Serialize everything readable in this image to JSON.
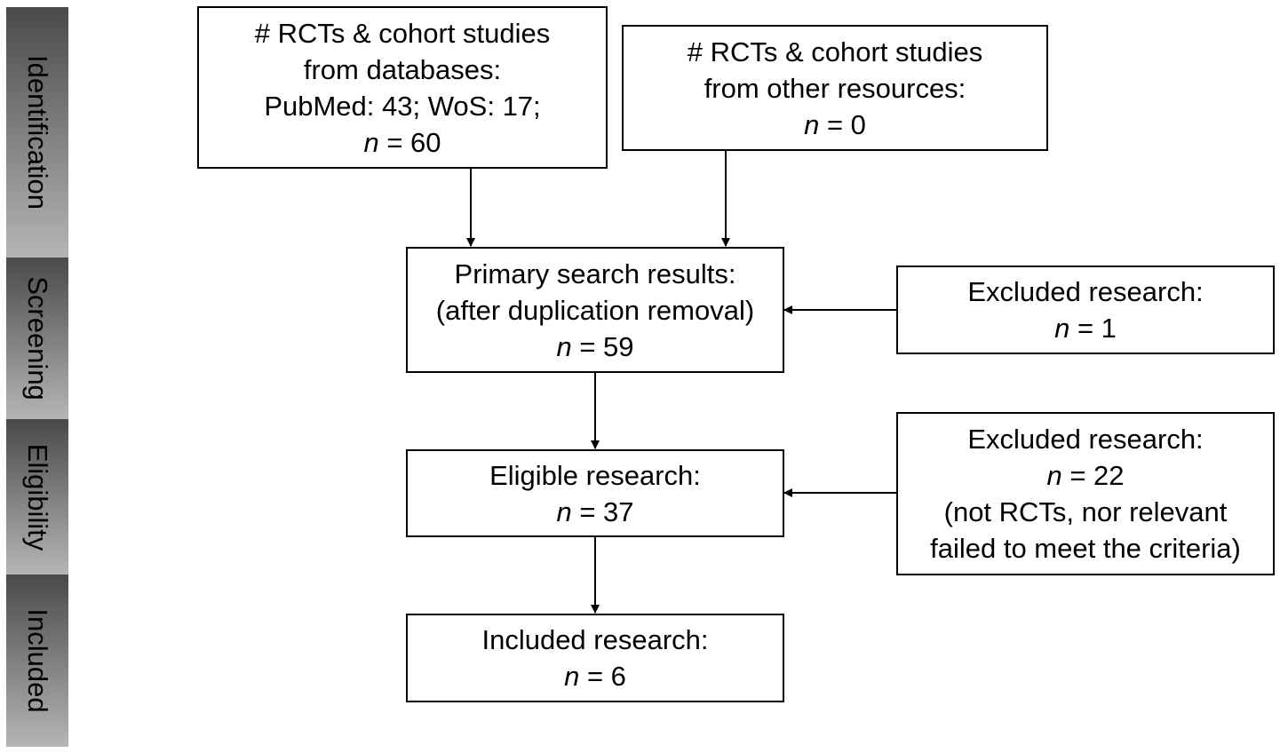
{
  "stages": [
    {
      "id": "identification",
      "label": "Identification"
    },
    {
      "id": "screening",
      "label": "Screening"
    },
    {
      "id": "eligibility",
      "label": "Eligibility"
    },
    {
      "id": "included",
      "label": "Included"
    }
  ],
  "boxes": {
    "databases": {
      "lines": [
        "# RCTs & cohort studies",
        "from databases:",
        "PubMed: 43; WoS: 17;"
      ],
      "n_label": "n",
      "n_value": " = 60"
    },
    "other_resources": {
      "lines": [
        "# RCTs & cohort studies",
        "from other resources:"
      ],
      "n_label": "n",
      "n_value": " = 0"
    },
    "primary": {
      "lines": [
        "Primary search results:",
        "(after duplication removal)"
      ],
      "n_label": "n",
      "n_value": " = 59"
    },
    "excluded_1": {
      "lines": [
        "Excluded research:"
      ],
      "n_label": "n",
      "n_value": " = 1"
    },
    "eligible": {
      "lines": [
        "Eligible research:"
      ],
      "n_label": "n",
      "n_value": " = 37"
    },
    "excluded_2": {
      "lines": [
        "Excluded research:"
      ],
      "n_label": "n",
      "n_value": " = 22",
      "after_lines": [
        "(not RCTs, nor relevant",
        "failed to meet the criteria)"
      ]
    },
    "included": {
      "lines": [
        "Included research:"
      ],
      "n_label": "n",
      "n_value": " = 6"
    }
  }
}
